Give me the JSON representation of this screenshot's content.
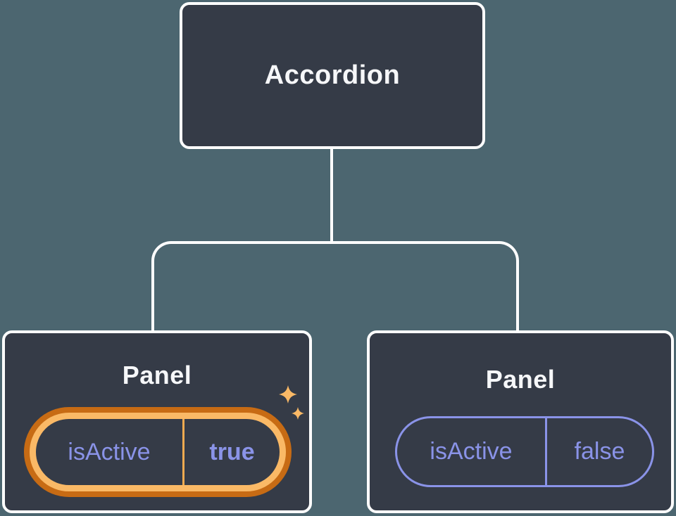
{
  "diagram": {
    "root": {
      "label": "Accordion"
    },
    "panels": [
      {
        "label": "Panel",
        "prop_name": "isActive",
        "prop_value": "true",
        "state": "active",
        "badge_icon": "sparkles-icon"
      },
      {
        "label": "Panel",
        "prop_name": "isActive",
        "prop_value": "false",
        "state": "inactive"
      }
    ]
  },
  "colors": {
    "background": "#4c6670",
    "node-fill": "#353b47",
    "node-border": "#ffffff",
    "title-text": "#f6f7f9",
    "accent-purple": "#8a93e8",
    "accent-gold": "#fab966",
    "accent-gold-dark": "#c76b14",
    "divider-gold": "#f0aa50"
  }
}
